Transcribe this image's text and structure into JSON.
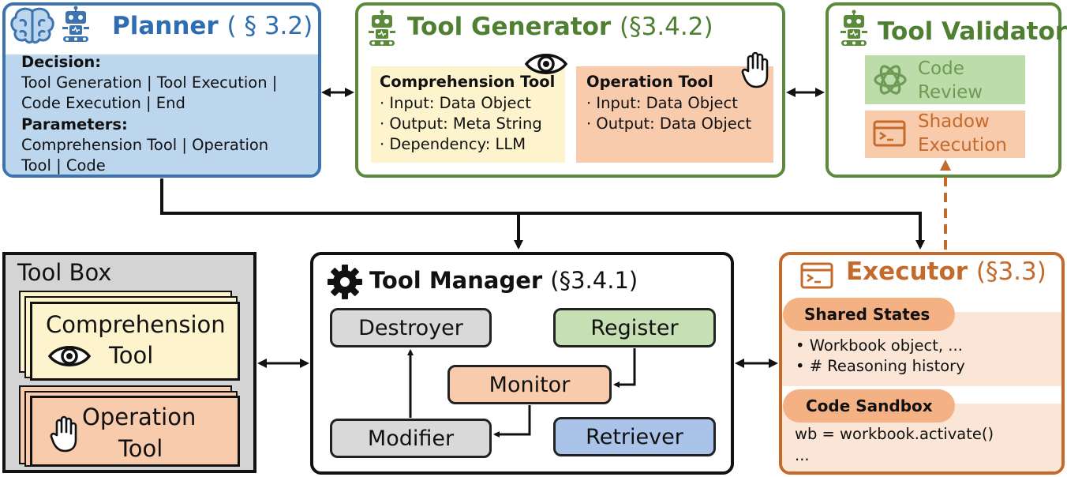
{
  "planner": {
    "title": "Planner",
    "section": "( § 3.2)",
    "decision_label": "Decision:",
    "decision_line1": "Tool Generation | Tool Execution |",
    "decision_line2": "Code Execution | End",
    "parameters_label": "Parameters:",
    "parameters_line1": "Comprehension Tool | Operation",
    "parameters_line2": "Tool | Code"
  },
  "tool_generator": {
    "title": "Tool Generator",
    "section": "(§3.4.2)",
    "comprehension": {
      "title": "Comprehension Tool",
      "items": [
        "· Input: Data Object",
        "· Output: Meta String",
        "· Dependency: LLM"
      ]
    },
    "operation": {
      "title": "Operation Tool",
      "items": [
        "· Input: Data Object",
        "· Output: Data Object"
      ]
    }
  },
  "tool_validator": {
    "title": "Tool Validator",
    "code_review": [
      "Code",
      "Review"
    ],
    "shadow_execution": [
      "Shadow",
      "Execution"
    ]
  },
  "tool_box": {
    "title": "Tool Box",
    "comprehension": [
      "Comprehension",
      "Tool"
    ],
    "operation": [
      "Operation",
      "Tool"
    ]
  },
  "tool_manager": {
    "title": "Tool Manager",
    "section": "(§3.4.1)",
    "destroyer": "Destroyer",
    "register": "Register",
    "monitor": "Monitor",
    "modifier": "Modifier",
    "retriever": "Retriever"
  },
  "executor": {
    "title": "Executor",
    "section": "(§3.3)",
    "shared_states": {
      "label": "Shared States",
      "items": [
        "•   Workbook object, ...",
        "•   # Reasoning history"
      ]
    },
    "code_sandbox": {
      "label": "Code Sandbox",
      "lines": [
        "wb = workbook.activate()",
        "..."
      ]
    }
  },
  "colors": {
    "planner_blue": "#3d74b0",
    "planner_fill": "#bcd6ee",
    "generator_green": "#5a8a3a",
    "comprehension_fill": "#fdf3cc",
    "operation_fill": "#f8cbad",
    "review_fill": "#bcdcaa",
    "executor_orange": "#c46a2b",
    "executor_fill": "#fbe5d6",
    "toolbox_fill": "#d4d4d4",
    "destroyer_fill": "#d9d9d9",
    "register_fill": "#c6e0b4",
    "retriever_fill": "#a9c4e8"
  },
  "icons": {
    "planner": [
      "brain-icon",
      "robot-icon"
    ],
    "tool_generator": [
      "robot-icon",
      "eye-icon",
      "hand-icon"
    ],
    "tool_validator": [
      "robot-icon",
      "openai-knot-icon",
      "terminal-icon"
    ],
    "tool_box": [
      "eye-icon",
      "hand-icon"
    ],
    "tool_manager": [
      "gear-icon"
    ],
    "executor": [
      "terminal-icon"
    ]
  }
}
